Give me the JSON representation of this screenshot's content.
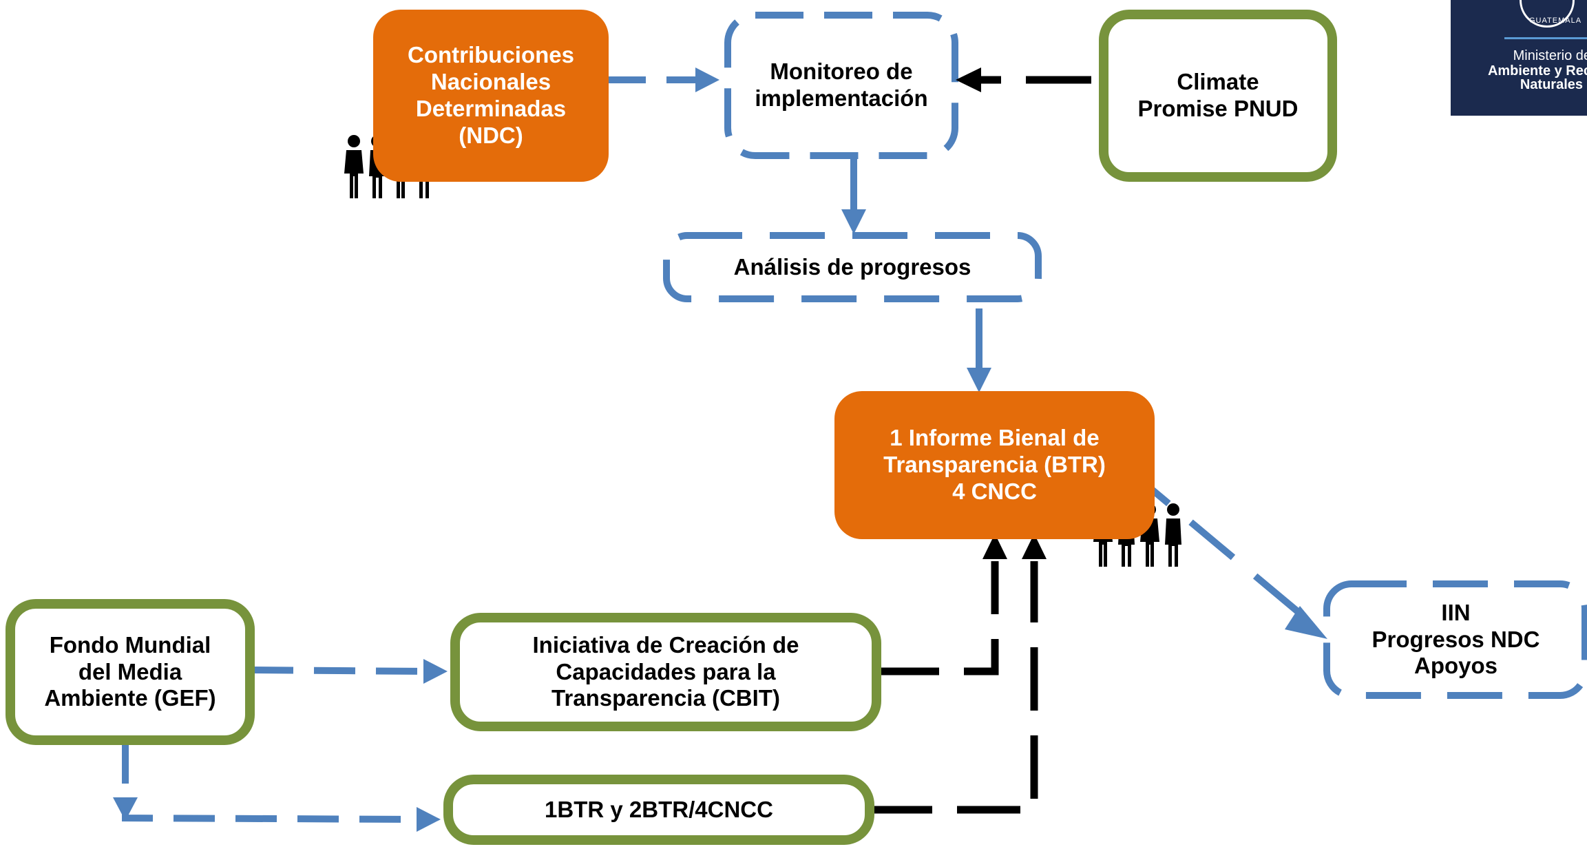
{
  "nodes": {
    "ndc": {
      "label": "Contribuciones\nNacionales\nDeterminadas\n(NDC)"
    },
    "monitoreo": {
      "label": "Monitoreo de\nimplementación"
    },
    "climate": {
      "label": "Climate\nPromise PNUD"
    },
    "analisis": {
      "label": "Análisis de progresos"
    },
    "btr": {
      "label": "1 Informe Bienal de\nTransparencia (BTR)\n4 CNCC"
    },
    "iin": {
      "label": "IIN\nProgresos NDC\nApoyos"
    },
    "gef": {
      "label": "Fondo Mundial\ndel Media\nAmbiente (GEF)"
    },
    "cbit": {
      "label": "Iniciativa de Creación de\nCapacidades para la\nTransparencia (CBIT)"
    },
    "btr2": {
      "label": "1BTR y 2BTR/4CNCC"
    }
  },
  "logo": {
    "ministry_line1": "Ministerio de",
    "ministry_line2": "Ambiente y Rec",
    "ministry_line3": "Naturales",
    "seal_text": "GUATEMALA"
  },
  "colors": {
    "orange": "#E46C0A",
    "green": "#77933C",
    "blue": "#4F81BD",
    "black": "#000000",
    "navy": "#1B2A4E"
  }
}
